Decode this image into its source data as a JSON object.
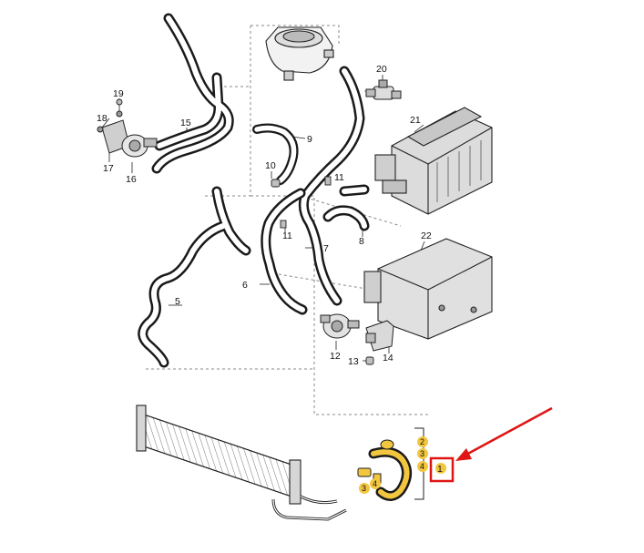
{
  "parts": {
    "p1": "1",
    "p2": "2",
    "p3": "3",
    "p4": "4",
    "p5": "5",
    "p6": "6",
    "p7": "7",
    "p8": "8",
    "p9": "9",
    "p10": "10",
    "p11": "11",
    "p12": "12",
    "p13": "13",
    "p14": "14",
    "p15": "15",
    "p16": "16",
    "p17": "17",
    "p18": "18",
    "p19": "19",
    "p20": "20",
    "p21": "21",
    "p22": "22"
  },
  "callouts": {
    "c2": "2",
    "c3a": "3",
    "c4a": "4",
    "c3b": "3",
    "c4b": "4"
  },
  "colors": {
    "highlight_box": "#e01515",
    "arrow": "#e01515",
    "callout_fill": "#f3c63f"
  }
}
